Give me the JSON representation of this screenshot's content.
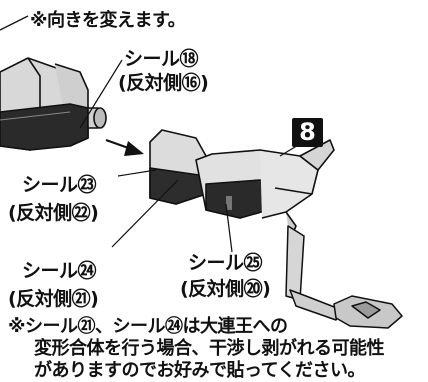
{
  "top_note": "※向きを変えます。",
  "step_number": "8",
  "labels": {
    "s18": "シール⑱",
    "s18_opp": "(反対側⑯)",
    "s23": "シール㉓",
    "s23_opp": "(反対側㉒)",
    "s24": "シール㉔",
    "s24_opp": "(反対側㉑)",
    "s25": "シール㉕",
    "s25_opp": "(反対側⑳)"
  },
  "caution": [
    "※シール㉑、シール㉔は大連王への",
    "変形合体を行う場合、干渉し剥がれる可能性",
    "がありますのでお好みで貼ってください。"
  ]
}
